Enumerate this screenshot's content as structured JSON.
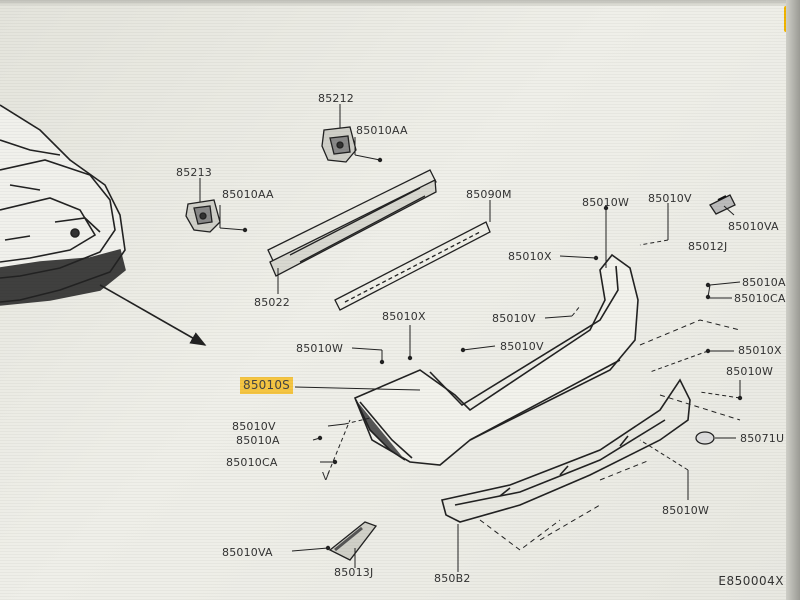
{
  "diagram_code": "E850004X",
  "highlight_color": "#f5c542",
  "labels": {
    "p85212": "85212",
    "p85010AA_top": "85010AA",
    "p85213": "85213",
    "p85010AA_left": "85010AA",
    "p85022": "85022",
    "p85090M": "85090M",
    "p85010W_top": "85010W",
    "p85010V_top": "85010V",
    "p85010VA_right": "85010VA",
    "p85012J": "85012J",
    "p85010X_mid": "85010X",
    "p85010A_right": "85010A",
    "p85010CA_right": "85010CA",
    "p85010V_mid": "85010V",
    "p85010X_center": "85010X",
    "p85010W_left": "85010W",
    "p85010V_center": "85010V",
    "p85010X_right": "85010X",
    "p85010S": "85010S",
    "p85010W_right": "85010W",
    "p85010V_left": "85010V",
    "p85010A_left": "85010A",
    "p85071U": "85071U",
    "p85010CA_left": "85010CA",
    "p85010W_bottom": "85010W",
    "p85010VA_bottom": "85010VA",
    "p85013J": "85013J",
    "p850B2": "850B2",
    "mark_v": "V"
  }
}
